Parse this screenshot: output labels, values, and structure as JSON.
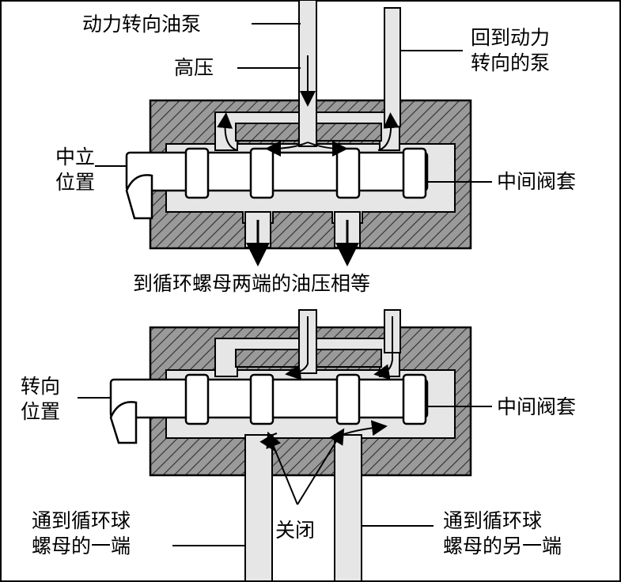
{
  "labels": {
    "pump_supply": "动力转向油泵",
    "high_pressure": "高压",
    "return_pump_line1": "回到动力",
    "return_pump_line2": "转向的泵",
    "neutral_line1": "中立",
    "neutral_line2": "位置",
    "sleeve_top": "中间阀套",
    "equal_pressure_caption": "到循环螺母两端的油压相等",
    "steer_line1": "转向",
    "steer_line2": "位置",
    "sleeve_bottom": "中间阀套",
    "closed": "关闭",
    "to_nut_end_line1": "通到循环球",
    "to_nut_end_line2": "螺母的一端",
    "to_other_end_line1": "通到循环球",
    "to_other_end_line2": "螺母的另一端"
  },
  "colors": {
    "housing_fill": "#8c8c8c",
    "hatch": "#3a3a3a",
    "oil": "#e6e6e6",
    "line": "#000000"
  }
}
